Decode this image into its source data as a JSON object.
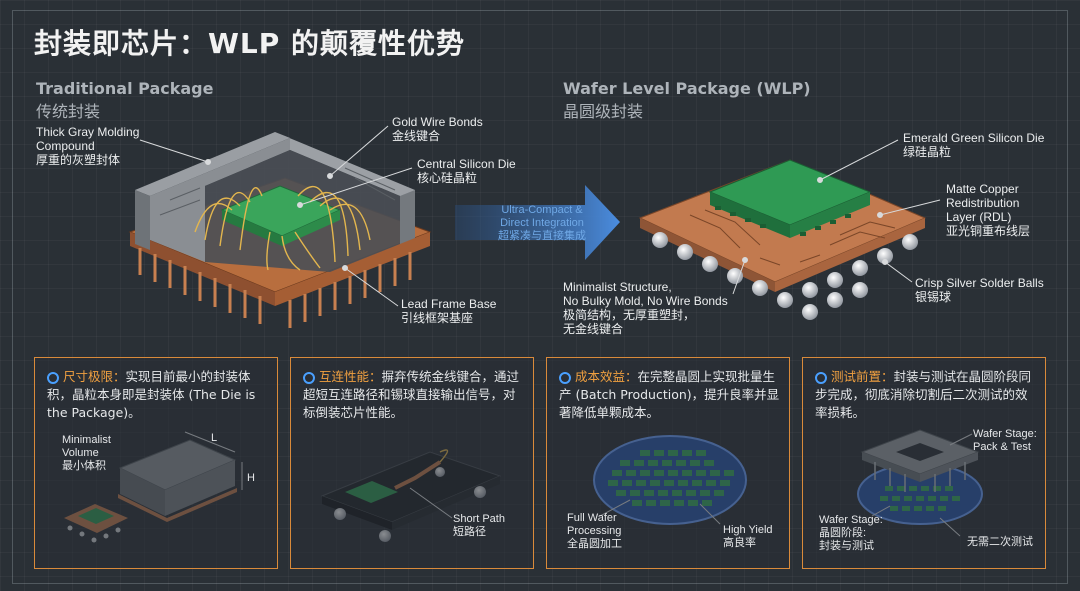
{
  "title": "封装即芯片：WLP 的颠覆性优势",
  "left": {
    "heading_en": "Traditional Package",
    "heading_cn": "传统封装",
    "molding_en": "Thick Gray Molding Compound",
    "molding_cn": "厚重的灰塑封体",
    "wire_en": "Gold Wire Bonds",
    "wire_cn": "金线键合",
    "die_en": "Central Silicon Die",
    "die_cn": "核心硅晶粒",
    "frame_en": "Lead Frame Base",
    "frame_cn": "引线框架基座"
  },
  "arrow": {
    "line1": "Ultra-Compact &",
    "line2": "Direct Integration",
    "line3": "超紧凑与直接集成"
  },
  "right": {
    "heading_en": "Wafer Level Package (WLP)",
    "heading_cn": "晶圆级封装",
    "die_en": "Emerald Green Silicon Die",
    "die_cn": "绿硅晶粒",
    "rdl_en1": "Matte Copper",
    "rdl_en2": "Redistribution",
    "rdl_en3": "Layer (RDL)",
    "rdl_cn": "亚光铜重布线层",
    "balls_en": "Crisp Silver Solder Balls",
    "balls_cn": "银锡球",
    "min_en1": "Minimalist Structure,",
    "min_en2": "No Bulky Mold, No Wire Bonds",
    "min_cn1": "极简结构，无厚重塑封，",
    "min_cn2": "无金线键合"
  },
  "panels": [
    {
      "head": "尺寸极限：",
      "text": "实现目前最小的封装体积，晶粒本身即是封装体 (The Die is the Package)。",
      "l1": "Minimalist",
      "l2": "Volume",
      "l3": "最小体积",
      "dim_l": "L",
      "dim_h": "H"
    },
    {
      "head": "互连性能：",
      "text": "摒弃传统金线键合，通过超短互连路径和锡球直接输出信号，对标倒装芯片性能。",
      "l1": "Short Path",
      "l2": "短路径"
    },
    {
      "head": "成本效益：",
      "text": "在完整晶圆上实现批量生产 (Batch Production)，提升良率并显著降低单颗成本。",
      "l1": "Full Wafer",
      "l2": "Processing",
      "l3": "全晶圆加工",
      "l4": "High Yield",
      "l5": "高良率"
    },
    {
      "head": "测试前置：",
      "text": "封装与测试在晶圆阶段同步完成，彻底消除切割后二次测试的效率损耗。",
      "l1": "Wafer Stage:",
      "l2": "Pack & Test",
      "l3": "Wafer Stage:",
      "l4": "晶圆阶段:",
      "l5": "封装与测试",
      "l6": "无需二次测试"
    }
  ],
  "colors": {
    "background": "#2a3036",
    "accent_orange": "#d98a3a",
    "die_green": "#2f8f4e",
    "copper": "#c8784a",
    "arrow_blue": "#3f7fd0"
  }
}
